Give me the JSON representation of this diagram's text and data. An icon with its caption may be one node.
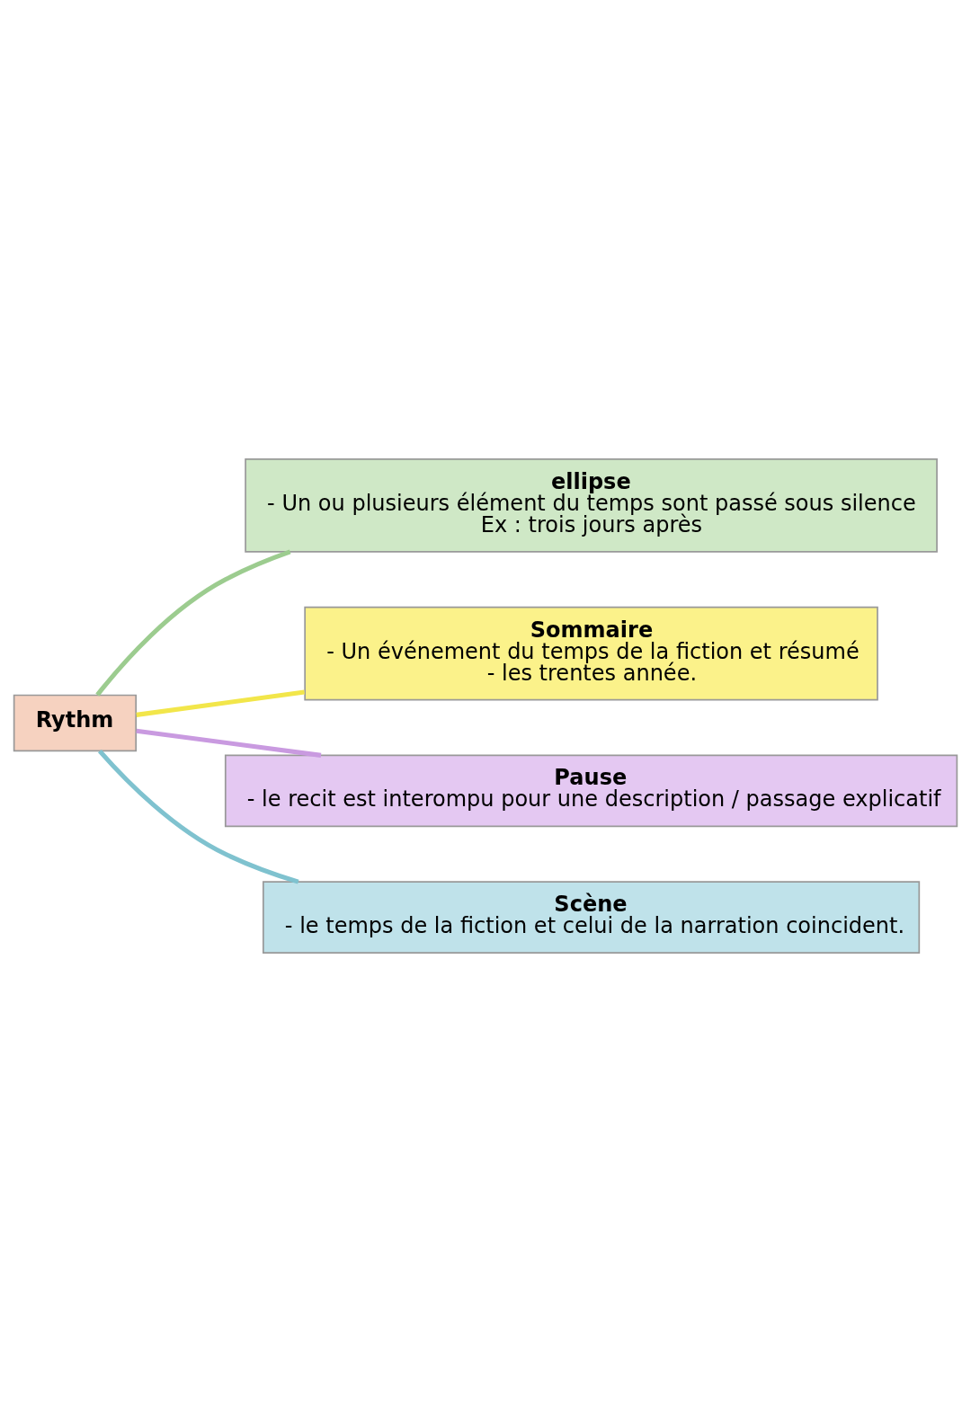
{
  "diagram": {
    "nodes": [
      {
        "text": [
          "Rythm"
        ]
      },
      {
        "text": [
          "ellipse",
          "- Un ou plusieurs élément du temps sont passé sous silence",
          "Ex : trois jours après"
        ]
      },
      {
        "text": [
          "Sommaire",
          "- Un événement du temps de la fiction et résumé",
          "- les trentes année."
        ]
      },
      {
        "text": [
          "Pause",
          "- le recit est interompu pour une description / passage explicatif"
        ]
      },
      {
        "text": [
          "Scène",
          "- le temps de la fiction et celui de la narration coincident."
        ]
      }
    ],
    "edges": [
      {
        "from": 0,
        "to": 1,
        "arrow": "none",
        "color": "#9ccc8f"
      },
      {
        "from": 0,
        "to": 2,
        "arrow": "none",
        "color": "#f2e64a"
      },
      {
        "from": 0,
        "to": 3,
        "arrow": "none",
        "color": "#c99ae0"
      },
      {
        "from": 0,
        "to": 4,
        "arrow": "none",
        "color": "#7fc2cf"
      }
    ]
  }
}
